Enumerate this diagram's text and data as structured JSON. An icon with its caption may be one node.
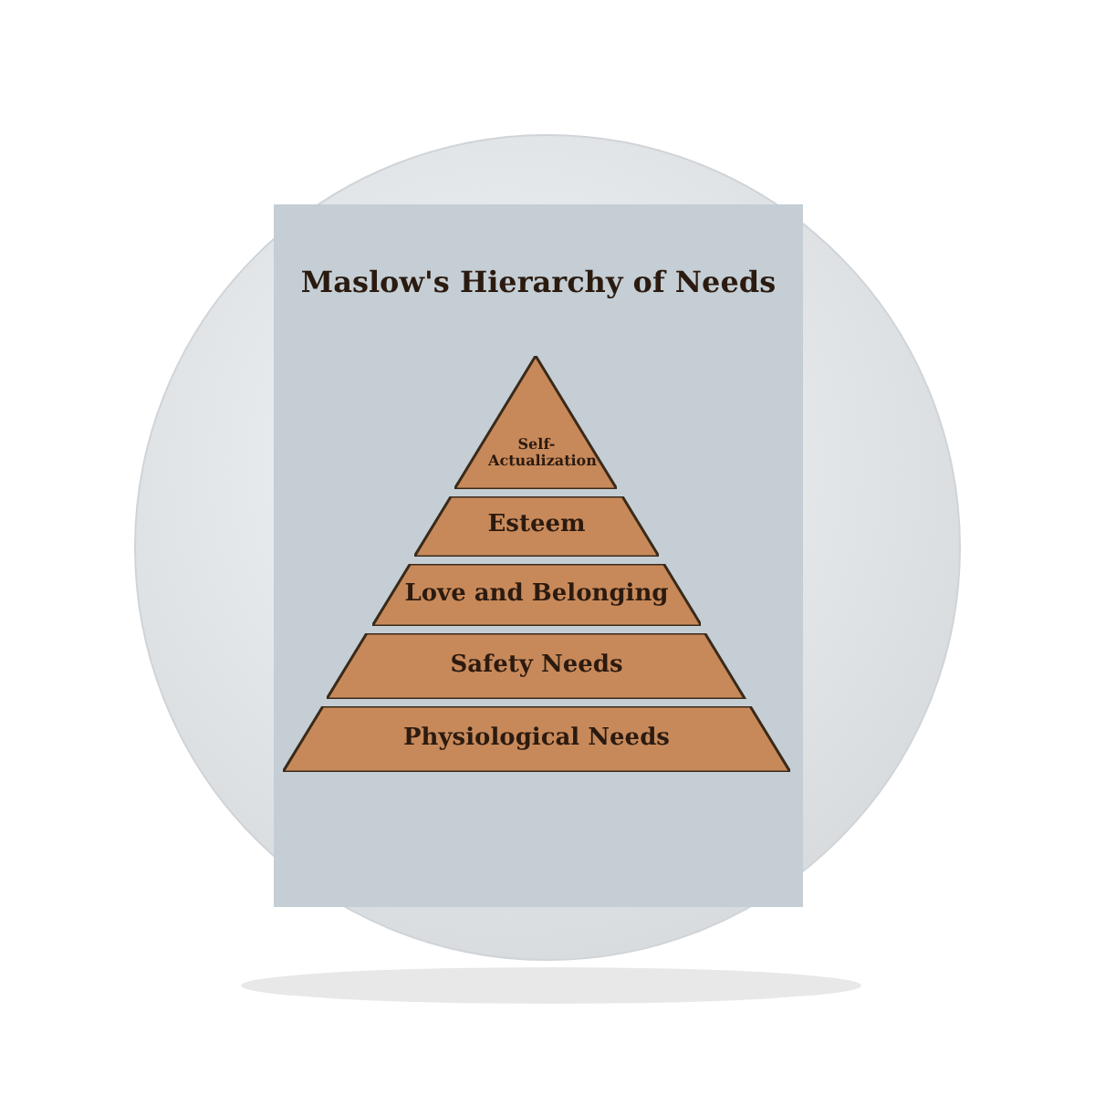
{
  "diagram": {
    "title": "Maslow's Hierarchy of Needs",
    "nodes": [
      {
        "text": [
          "Self-Actualization"
        ]
      },
      {
        "text": [
          "Esteem"
        ]
      },
      {
        "text": [
          "Love and Belonging"
        ]
      },
      {
        "text": [
          "Safety Needs"
        ]
      },
      {
        "text": [
          "Physiological Needs"
        ]
      }
    ]
  }
}
